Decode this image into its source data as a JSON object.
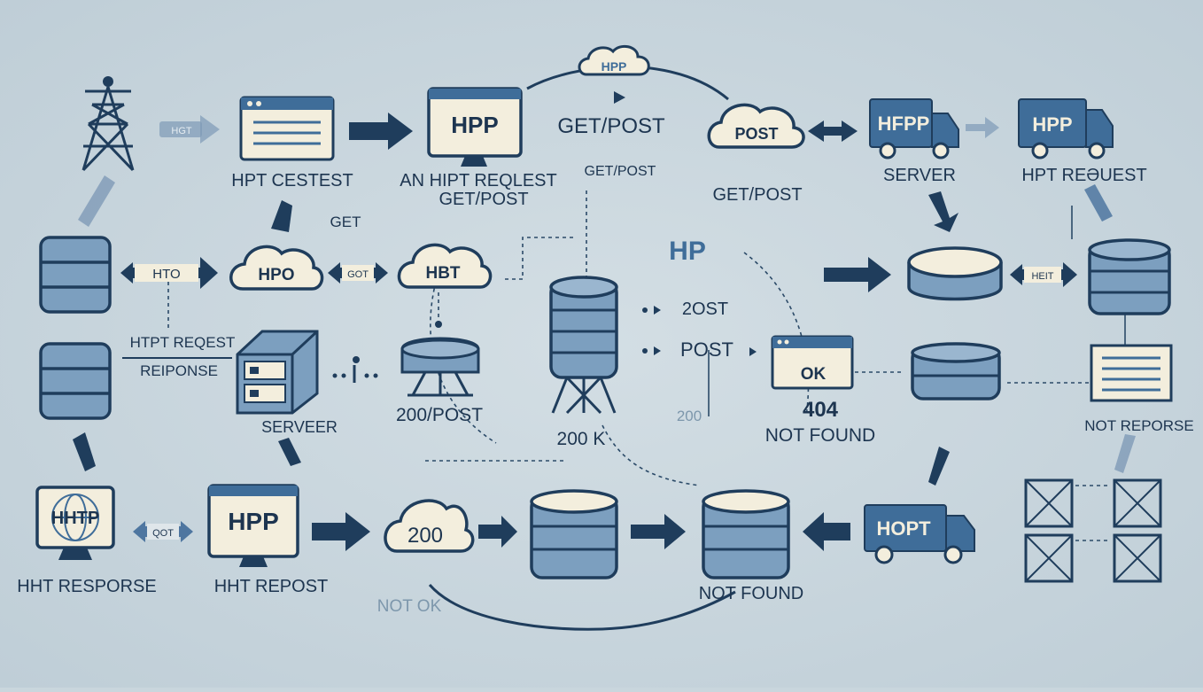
{
  "colors": {
    "background": "#c9d6dd",
    "dark_navy": "#1f3d5c",
    "accent_blue": "#3f6d99",
    "db_blue": "#7c9fbf",
    "cream": "#f2ecd9"
  },
  "top_row": {
    "cloud_top": "HPP",
    "arrow_left_tag": "HGT",
    "browser1_caption": "HPT CESTEST",
    "monitor1_text": "HPP",
    "monitor1_caption_line1": "AN HIPT REQLEST",
    "monitor1_caption_line2": "GET/POST",
    "getpost_label": "GET/POST",
    "getpost_small": "GET/POST",
    "cloud_post": "POST",
    "getpost_below_cloud": "GET/POST",
    "truck1_text": "HFPP",
    "truck1_caption": "SERVER",
    "truck2_text": "HPP",
    "truck2_caption": "HPT REƏUEST"
  },
  "middle_row": {
    "get_label": "GET",
    "tag_hto": "HTO",
    "cloud_hpo": "HPO",
    "tag_got": "GOT",
    "cloud_hbt": "HBT",
    "hp_label": "HP",
    "tag_heit": "HEIT",
    "request_label": "HTPT REQEST",
    "response_label": "REIPONSE",
    "server_caption": "SERVEER",
    "status_200_post": "200/POST",
    "label_2ost": "2OST",
    "label_post": "POST",
    "window_ok": "OK",
    "faint_200": "200",
    "status_200k": "200 K",
    "code_404": "404",
    "not_found": "NOT FOUND",
    "not_reporse": "NOT REPORSE"
  },
  "bottom_row": {
    "globe_text": "HHTP",
    "globe_caption": "HHT RESPORSE",
    "tag_qot": "QOT",
    "monitor2_text": "HPP",
    "monitor2_caption": "HHT REPOST",
    "cloud_200": "200",
    "not_ok": "NOT OK",
    "not_found": "NOT FOUND",
    "truck3_text": "HOPT"
  }
}
